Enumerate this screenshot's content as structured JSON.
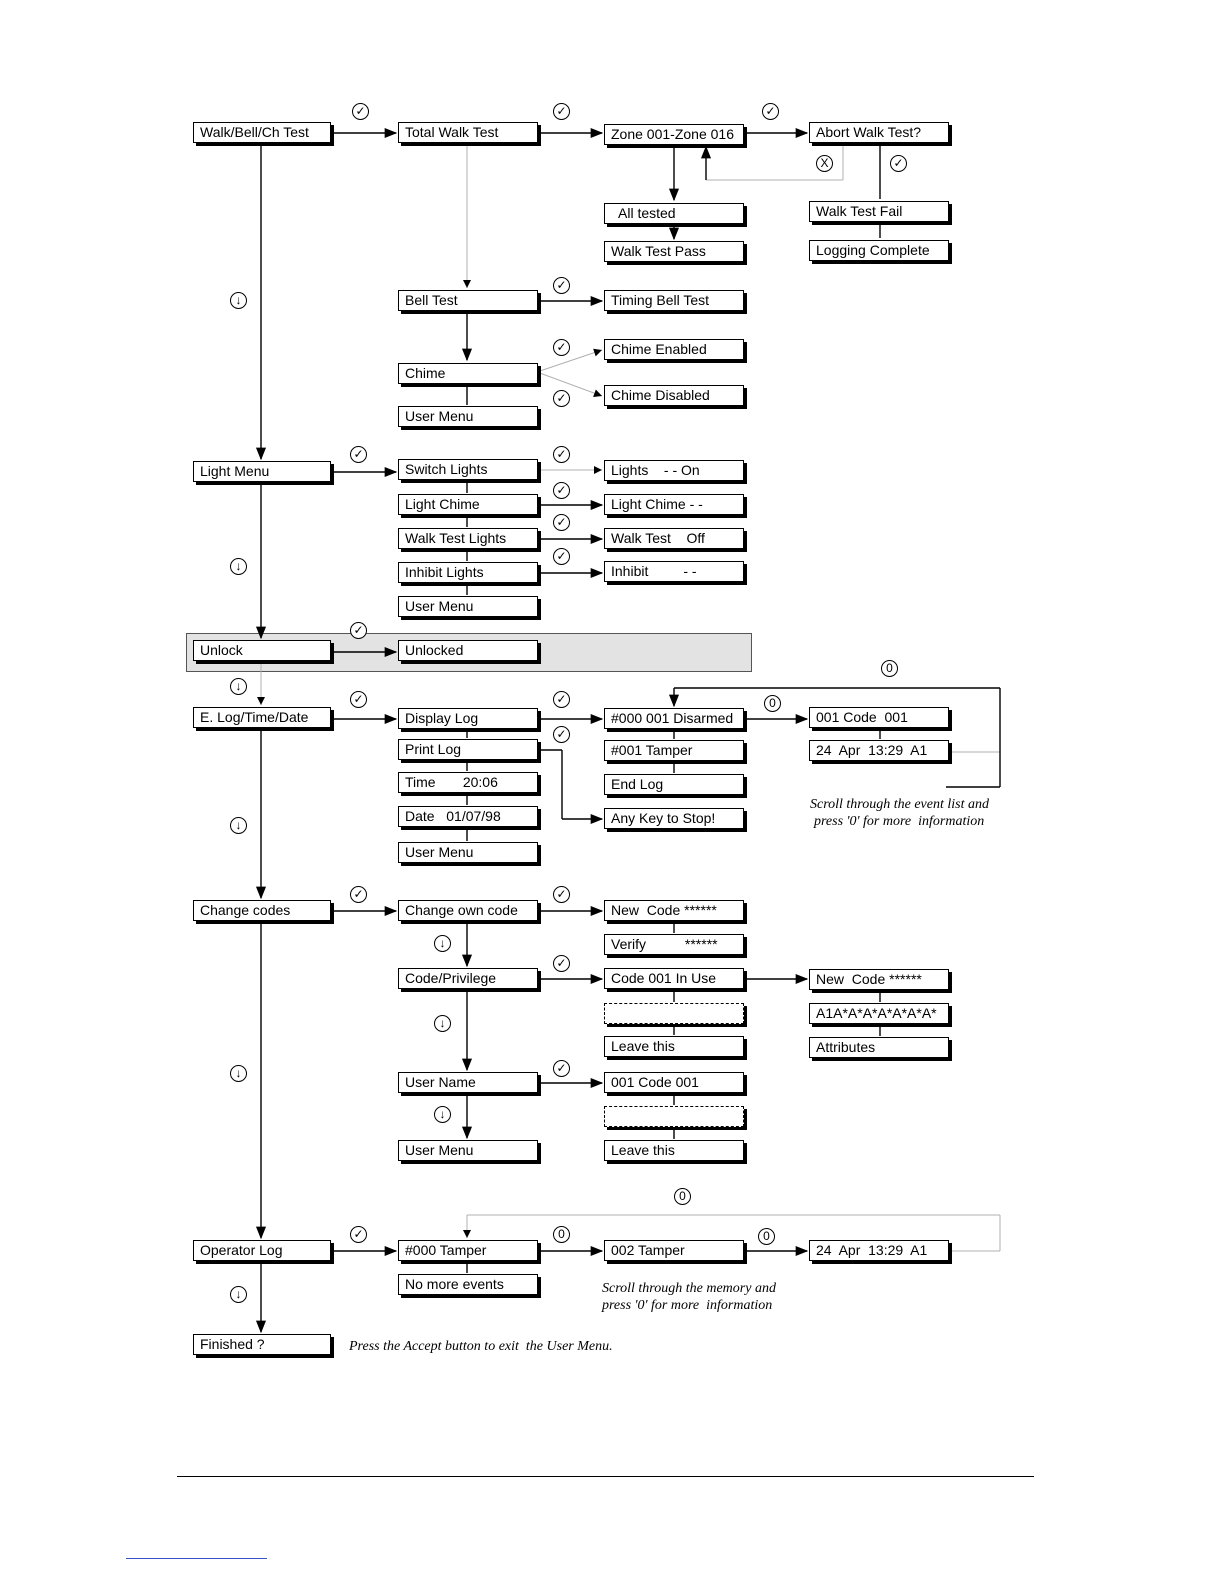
{
  "boxes": {
    "walk_bell_ch_test": "Walk/Bell/Ch Test",
    "total_walk_test": "Total Walk Test",
    "zone_range": "Zone 001-Zone 016",
    "abort_walk_test": "Abort Walk Test?",
    "all_tested": "  All tested",
    "walk_test_fail": "Walk Test Fail",
    "walk_test_pass": "Walk Test Pass",
    "logging_complete": "Logging Complete",
    "bell_test": "Bell Test",
    "timing_bell_test": "Timing Bell Test",
    "chime": "Chime",
    "chime_enabled": "Chime Enabled",
    "chime_disabled": "Chime Disabled",
    "user_menu_1": "User Menu",
    "light_menu": "Light Menu",
    "switch_lights": "Switch Lights",
    "lights_on": "Lights    - - On",
    "light_chime": "Light Chime",
    "light_chime_value": "Light Chime - -",
    "walk_test_lights": "Walk Test Lights",
    "walk_test_off": "Walk Test    Off",
    "inhibit_lights": "Inhibit Lights",
    "inhibit_value": "Inhibit         - -",
    "user_menu_2": "User Menu",
    "unlock": "Unlock",
    "unlocked": "Unlocked",
    "elog_time_date": "E. Log/Time/Date",
    "display_log": "Display Log",
    "event_000": "#000 001 Disarmed",
    "code_001_a": "001 Code  001",
    "print_log": "Print Log",
    "event_001": "#001 Tamper",
    "event_time_a": "24  Apr  13:29  A1",
    "time": "Time       20:06",
    "end_log": "End Log",
    "date": "Date   01/07/98",
    "any_key_stop": "Any Key to Stop!",
    "user_menu_3": "User Menu",
    "change_codes": "Change codes",
    "change_own_code": "Change own code",
    "new_code_a": "New  Code ******",
    "verify": "Verify          ******",
    "code_privilege": "Code/Privilege",
    "code_001_in_use": "Code 001 In Use",
    "new_code_b": "New  Code ******",
    "blank_a": "",
    "attr_string": "A1A*A*A*A*A*A*A*",
    "leave_this_a": "Leave this",
    "attributes": "Attributes",
    "user_name": "User Name",
    "code_001_b": "001 Code 001",
    "blank_b": "",
    "user_menu_4": "User Menu",
    "leave_this_b": "Leave this",
    "operator_log": "Operator Log",
    "tamper_000": "#000 Tamper",
    "tamper_002": "002 Tamper",
    "event_time_b": "24  Apr  13:29  A1",
    "no_more_events": "No more events",
    "finished": "Finished ?"
  },
  "symbols": {
    "accept": "✓",
    "down": "↓",
    "reject": "X",
    "zero": "0"
  },
  "notes": {
    "scroll_event_line1": "Scroll through the event list and",
    "scroll_event_line2": "press '0' for more  information",
    "scroll_memory_line1": "Scroll through the memory and",
    "scroll_memory_line2": "press '0' for more  information",
    "press_accept": "Press the Accept button to exit  the User Menu."
  }
}
